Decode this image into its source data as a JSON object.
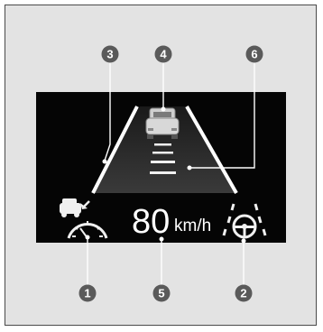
{
  "display": {
    "speed_value": "80",
    "speed_unit": "km/h",
    "colors": {
      "screen": "#050505",
      "frame": "#e3e3e3",
      "callout": "#5a5a5a",
      "icon": "#f0f0f0",
      "road_edge": "#ffffff",
      "road_fill": "#2a2a2a"
    },
    "icons": [
      "car-on-speedometer-icon",
      "car-icon",
      "lane-keeping-steering-icon"
    ]
  },
  "callouts": [
    {
      "number": "1"
    },
    {
      "number": "2"
    },
    {
      "number": "3"
    },
    {
      "number": "4"
    },
    {
      "number": "5"
    },
    {
      "number": "6"
    }
  ]
}
